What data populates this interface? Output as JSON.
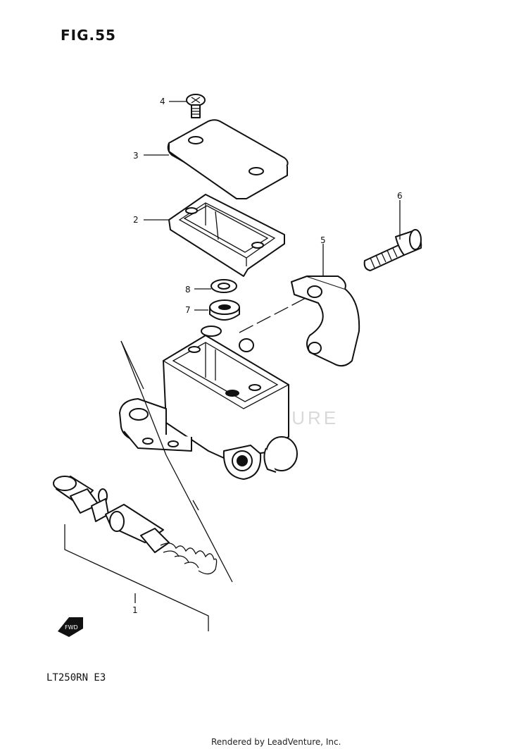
{
  "figure": {
    "title": "FIG.55",
    "model": "LT250RN  E3",
    "footer": "Rendered by LeadVenture, Inc.",
    "watermark": "LEADVENTURE"
  },
  "callouts": [
    {
      "id": "1",
      "label": "1"
    },
    {
      "id": "2",
      "label": "2"
    },
    {
      "id": "3",
      "label": "3"
    },
    {
      "id": "4",
      "label": "4"
    },
    {
      "id": "5",
      "label": "5"
    },
    {
      "id": "6",
      "label": "6"
    },
    {
      "id": "7",
      "label": "7"
    },
    {
      "id": "8",
      "label": "8"
    }
  ],
  "fwd_badge": "FWD",
  "colors": {
    "line": "#111111",
    "watermark": "#d9d9d9",
    "background": "#ffffff"
  }
}
